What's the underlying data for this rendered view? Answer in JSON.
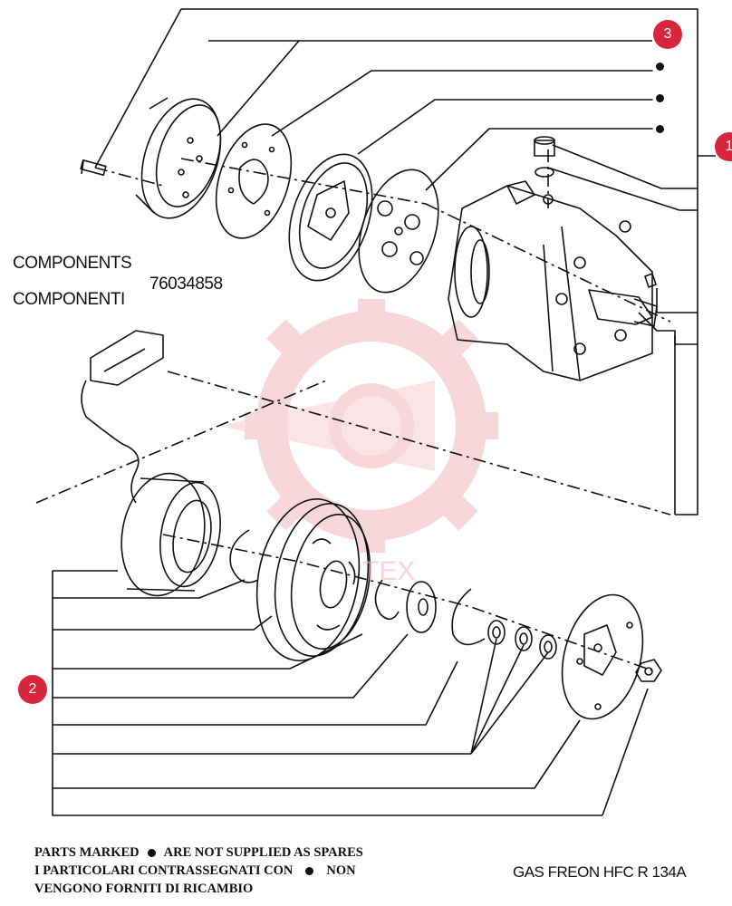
{
  "labels": {
    "components_en": "COMPONENTS",
    "components_it": "COMPONENTI",
    "part_number": "76034858",
    "gas": "GAS FREON HFC R 134A"
  },
  "callouts": [
    "1",
    "2",
    "3"
  ],
  "footnote": {
    "line1_a": "PARTS MARKED",
    "line1_b": "ARE NOT SUPPLIED AS SPARES",
    "line2_a": "I PARTICOLARI CONTRASSEGNATI CON",
    "line2_b": "NON",
    "line3": "VENGONO FORNITI DI RICAMBIO"
  },
  "colors": {
    "badge": "#d7263d",
    "line": "#111111",
    "watermark": "#f2b8bc"
  }
}
